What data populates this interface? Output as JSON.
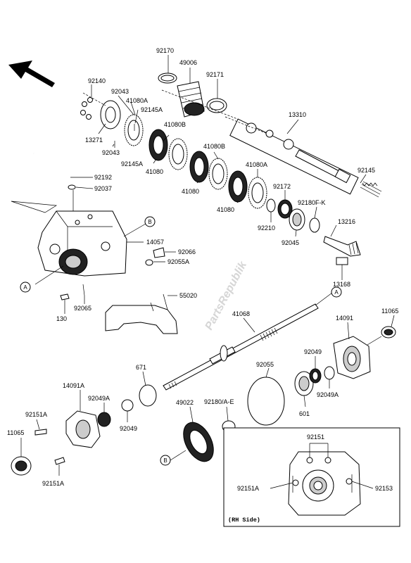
{
  "watermark": "PartsRepublik",
  "inset": {
    "caption": "(RH Side)"
  },
  "callouts": {
    "a": "A",
    "b": "B"
  },
  "parts": [
    {
      "key": "p92170",
      "label": "92170"
    },
    {
      "key": "p49006",
      "label": "49006"
    },
    {
      "key": "p92171",
      "label": "92171"
    },
    {
      "key": "p92140",
      "label": "92140"
    },
    {
      "key": "p92043a",
      "label": "92043"
    },
    {
      "key": "p41080a1",
      "label": "41080A"
    },
    {
      "key": "p92145a1",
      "label": "92145A"
    },
    {
      "key": "p13271",
      "label": "13271"
    },
    {
      "key": "p41080b1",
      "label": "41080B"
    },
    {
      "key": "p92043b",
      "label": "92043"
    },
    {
      "key": "p92145a2",
      "label": "92145A"
    },
    {
      "key": "p41080_1",
      "label": "41080"
    },
    {
      "key": "p41080b2",
      "label": "41080B"
    },
    {
      "key": "p41080_2",
      "label": "41080"
    },
    {
      "key": "p41080a2",
      "label": "41080A"
    },
    {
      "key": "p41080_3",
      "label": "41080"
    },
    {
      "key": "p13310",
      "label": "13310"
    },
    {
      "key": "p92145",
      "label": "92145"
    },
    {
      "key": "p92192",
      "label": "92192"
    },
    {
      "key": "p92037",
      "label": "92037"
    },
    {
      "key": "p92172",
      "label": "92172"
    },
    {
      "key": "p92180fk",
      "label": "92180F-K"
    },
    {
      "key": "p92210",
      "label": "92210"
    },
    {
      "key": "p92045",
      "label": "92045"
    },
    {
      "key": "p13216",
      "label": "13216"
    },
    {
      "key": "p14057",
      "label": "14057"
    },
    {
      "key": "p92066",
      "label": "92066"
    },
    {
      "key": "p92055a",
      "label": "92055A"
    },
    {
      "key": "p13168",
      "label": "13168"
    },
    {
      "key": "p55020",
      "label": "55020"
    },
    {
      "key": "p92065",
      "label": "92065"
    },
    {
      "key": "p130",
      "label": "130"
    },
    {
      "key": "p41068",
      "label": "41068"
    },
    {
      "key": "p14091",
      "label": "14091"
    },
    {
      "key": "p11065a",
      "label": "11065"
    },
    {
      "key": "p671",
      "label": "671"
    },
    {
      "key": "p92055",
      "label": "92055"
    },
    {
      "key": "p92049a",
      "label": "92049"
    },
    {
      "key": "p92049aa",
      "label": "92049A"
    },
    {
      "key": "p601",
      "label": "601"
    },
    {
      "key": "p14091a",
      "label": "14091A"
    },
    {
      "key": "p92151a1",
      "label": "92151A"
    },
    {
      "key": "p92049a2",
      "label": "92049A"
    },
    {
      "key": "p49022",
      "label": "49022"
    },
    {
      "key": "p92180ae",
      "label": "92180/A-E"
    },
    {
      "key": "p11065b",
      "label": "11065"
    },
    {
      "key": "p92049b",
      "label": "92049"
    },
    {
      "key": "p92151a2",
      "label": "92151A"
    },
    {
      "key": "p92151",
      "label": "92151"
    },
    {
      "key": "p92151a3",
      "label": "92151A"
    },
    {
      "key": "p92153",
      "label": "92153"
    }
  ]
}
